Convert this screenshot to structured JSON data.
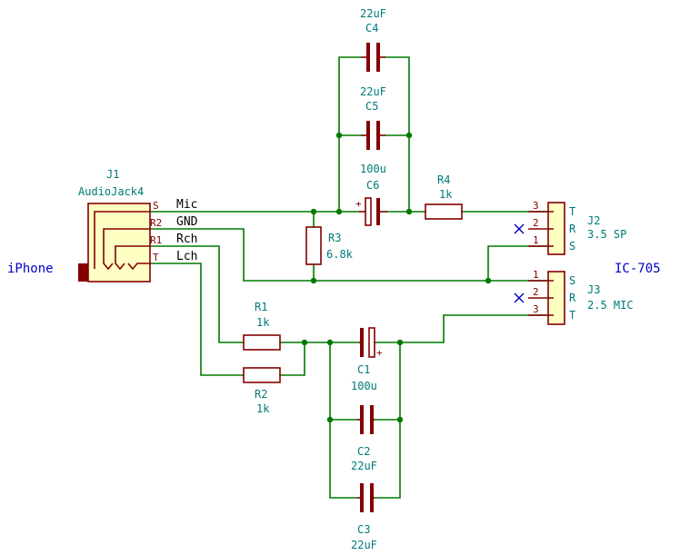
{
  "labels": {
    "iphone": "iPhone",
    "ic705": "IC-705"
  },
  "nets": {
    "mic": "Mic",
    "gnd": "GND",
    "rch": "Rch",
    "lch": "Lch"
  },
  "j1": {
    "ref": "J1",
    "value": "AudioJack4",
    "pins": {
      "s": "S",
      "r2": "R2",
      "r1": "R1",
      "t": "T"
    }
  },
  "j2": {
    "ref": "J2",
    "value": "3.5 SP",
    "pin_numbers": [
      "3",
      "2",
      "1"
    ],
    "pin_names": [
      "T",
      "R",
      "S"
    ]
  },
  "j3": {
    "ref": "J3",
    "value": "2.5 MIC",
    "pin_numbers": [
      "1",
      "2",
      "3"
    ],
    "pin_names": [
      "S",
      "R",
      "T"
    ]
  },
  "c1": {
    "ref": "C1",
    "value": "100u"
  },
  "c2": {
    "ref": "C2",
    "value": "22uF"
  },
  "c3": {
    "ref": "C3",
    "value": "22uF"
  },
  "c4": {
    "ref": "C4",
    "value": "22uF"
  },
  "c5": {
    "ref": "C5",
    "value": "22uF"
  },
  "c6": {
    "ref": "C6",
    "value": "100u"
  },
  "r1": {
    "ref": "R1",
    "value": "1k"
  },
  "r2": {
    "ref": "R2",
    "value": "1k"
  },
  "r3": {
    "ref": "R3",
    "value": "6.8k"
  },
  "r4": {
    "ref": "R4",
    "value": "1k"
  },
  "polarity": "+"
}
